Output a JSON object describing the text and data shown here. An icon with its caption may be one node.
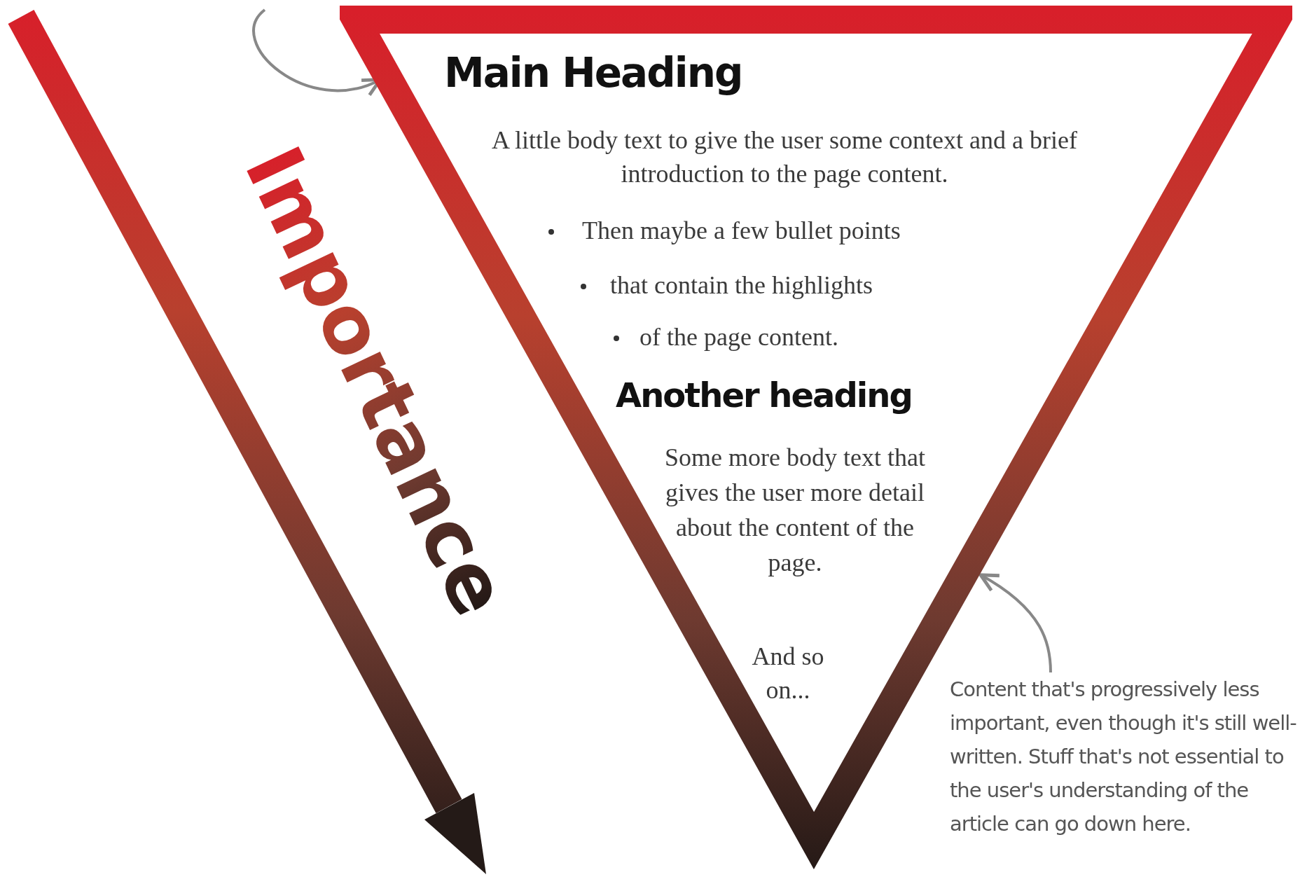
{
  "diagram": {
    "nodes": [
      {
        "text": [
          "Main Heading",
          "A little body text to give the user some context and a brief introduction to the page content.",
          "Then maybe a few bullet points",
          "that contain the highlights",
          "of the page content.",
          "Another heading",
          "Some more body text that gives the user more detail about the content of the page.",
          "And so on..."
        ]
      },
      {
        "text": [
          "Content that's progressively less important, even though it's still well-written. Stuff that's not essential to the user's understanding of the article can go down here."
        ]
      }
    ],
    "edges": [
      {
        "from": null,
        "to": 0,
        "arrow": "to"
      },
      {
        "from": 1,
        "to": 0,
        "arrow": "to"
      }
    ],
    "labels": [
      "Importance"
    ]
  }
}
